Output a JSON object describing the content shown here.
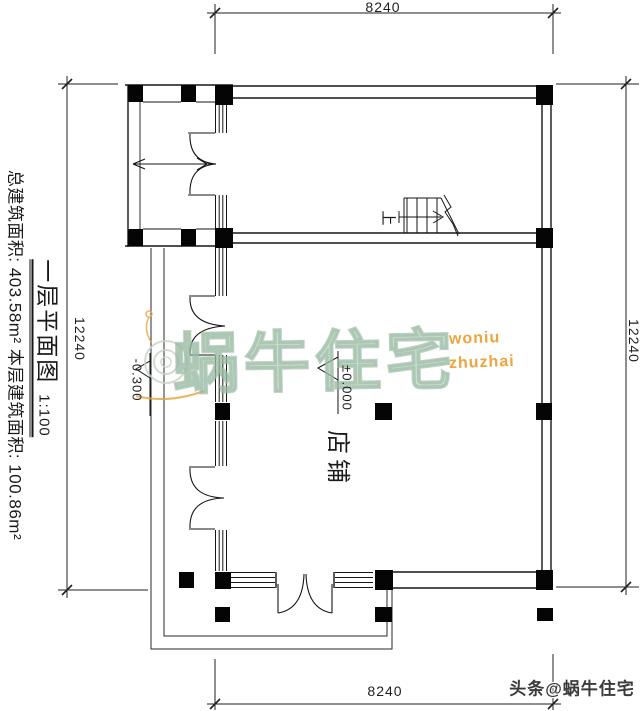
{
  "drawing": {
    "title": "一层平面图",
    "scale": "1:100",
    "area_note": "总建筑面积: 403.58m² 本层建筑面积: 100.86m²",
    "room_label": "店铺",
    "stairs_up_label": "上",
    "level_main": "±0.000",
    "level_porch": "-0.300",
    "dim_top": "8240",
    "dim_bottom": "8240",
    "dim_left": "12240",
    "dim_right": "12240",
    "line_color": "#1a1a1a"
  },
  "watermark": {
    "cn": "蜗牛住宅",
    "en_line1": "woniu",
    "en_line2": "zhuzhai",
    "cn_color": "#aac6b2",
    "en_color": "#eda53e",
    "icon": "snail-icon"
  },
  "footer": {
    "credit": "头条@蜗牛住宅",
    "color": "#3b3b3b"
  }
}
